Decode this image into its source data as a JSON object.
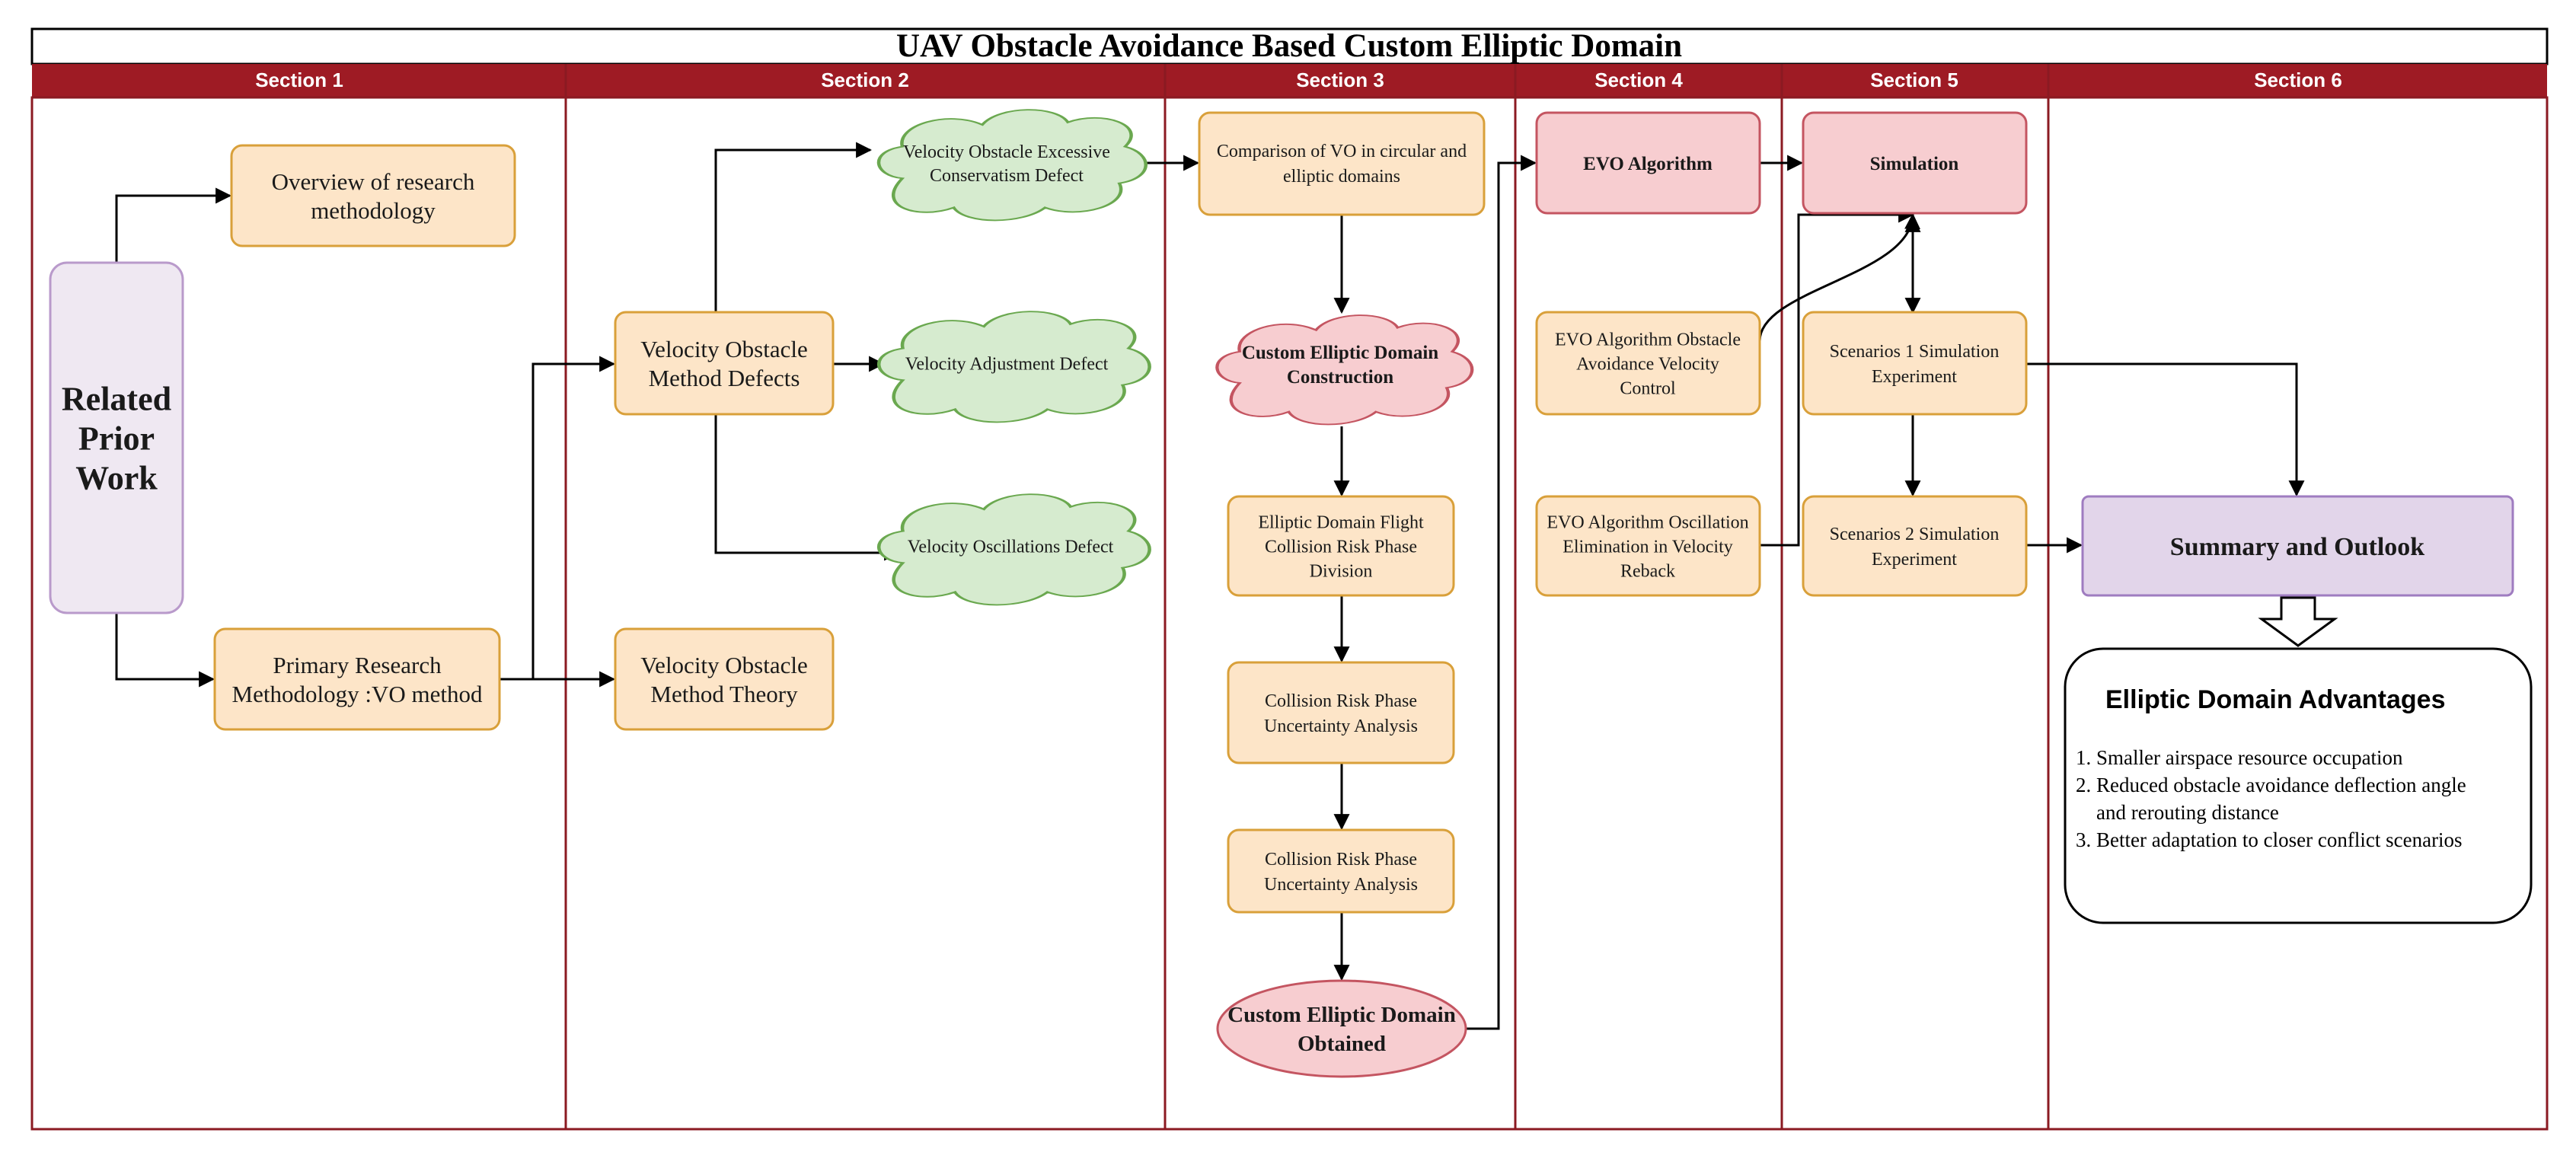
{
  "title": "UAV Obstacle Avoidance Based Custom Elliptic Domain",
  "sections": [
    "Section 1",
    "Section 2",
    "Section 3",
    "Section 4",
    "Section 5",
    "Section 6"
  ],
  "colors": {
    "header": "#9e1b24",
    "lane_border": "#8b1a22",
    "orange_fill": "#fde5c8",
    "orange_stroke": "#d9a03a",
    "green_fill": "#d6ebcf",
    "green_stroke": "#6aa84f",
    "red_fill": "#f7cdd0",
    "red_stroke": "#c45561",
    "purple_fill": "#e2d5ea",
    "purple_stroke": "#9f7cc0",
    "lavender_fill": "#efe8f2",
    "lavender_stroke": "#b99acb"
  },
  "nodes": {
    "related_prior_work": "Related\nPrior\nWork",
    "overview": "Overview of research\nmethodology",
    "primary_method": "Primary Research\nMethodology :VO method",
    "vo_defects": "Velocity Obstacle\nMethod Defects",
    "vo_theory": "Velocity Obstacle\nMethod Theory",
    "cloud_conservatism": "Velocity Obstacle Excessive\nConservatism Defect",
    "cloud_adjustment": "Velocity Adjustment Defect",
    "cloud_oscillations": "Velocity Oscillations Defect",
    "comparison": "Comparison of VO in circular and\nelliptic domains",
    "custom_construction": "Custom Elliptic Domain\nConstruction",
    "phase_division": "Elliptic Domain Flight\nCollision Risk Phase\nDivision",
    "uncertainty_1": "Collision Risk Phase\nUncertainty Analysis",
    "uncertainty_2": "Collision Risk Phase\nUncertainty Analysis",
    "domain_obtained": "Custom Elliptic Domain\nObtained",
    "evo_algorithm": "EVO Algorithm",
    "evo_velocity_control": "EVO Algorithm Obstacle\nAvoidance Velocity\nControl",
    "evo_oscillation": "EVO Algorithm Oscillation\nElimination in Velocity\nReback",
    "simulation": "Simulation",
    "scenario_1": "Scenarios 1 Simulation\nExperiment",
    "scenario_2": "Scenarios 2 Simulation\nExperiment",
    "summary": "Summary and Outlook"
  },
  "advantages": {
    "title": "Elliptic Domain Advantages",
    "items": [
      "1. Smaller airspace resource occupation",
      "2. Reduced obstacle avoidance deflection angle",
      "    and rerouting distance",
      "3. Better adaptation to closer conflict scenarios"
    ]
  }
}
